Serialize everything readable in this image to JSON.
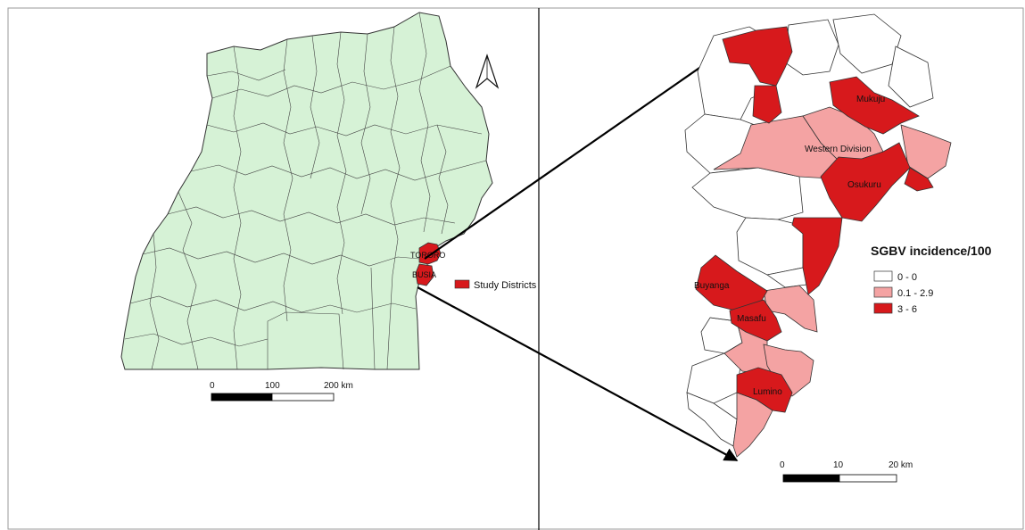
{
  "colors": {
    "country_fill": "#d6f2d6",
    "study_district": "#d7191c",
    "class_zero": "#ffffff",
    "class_low": "#f4a3a3",
    "class_high": "#d7191c",
    "border": "#333333",
    "arrow": "#000000"
  },
  "overview_map": {
    "north_arrow_icon": "north-arrow-icon",
    "district_labels": [
      "TORORO",
      "BUSIA"
    ],
    "legend_label": "Study Districts",
    "scale_ticks": [
      "0",
      "100",
      "200 km"
    ]
  },
  "detail_map": {
    "legend": {
      "title": "SGBV incidence/100",
      "classes": [
        {
          "label": "0 - 0",
          "color": "#ffffff"
        },
        {
          "label": "0.1 - 2.9",
          "color": "#f4a3a3"
        },
        {
          "label": "3 - 6",
          "color": "#d7191c"
        }
      ]
    },
    "place_labels": [
      "Mukuju",
      "Western Division",
      "Osukuru",
      "Buyanga",
      "Masafu",
      "Lumino"
    ],
    "scale_ticks": [
      "0",
      "10",
      "20 km"
    ]
  }
}
